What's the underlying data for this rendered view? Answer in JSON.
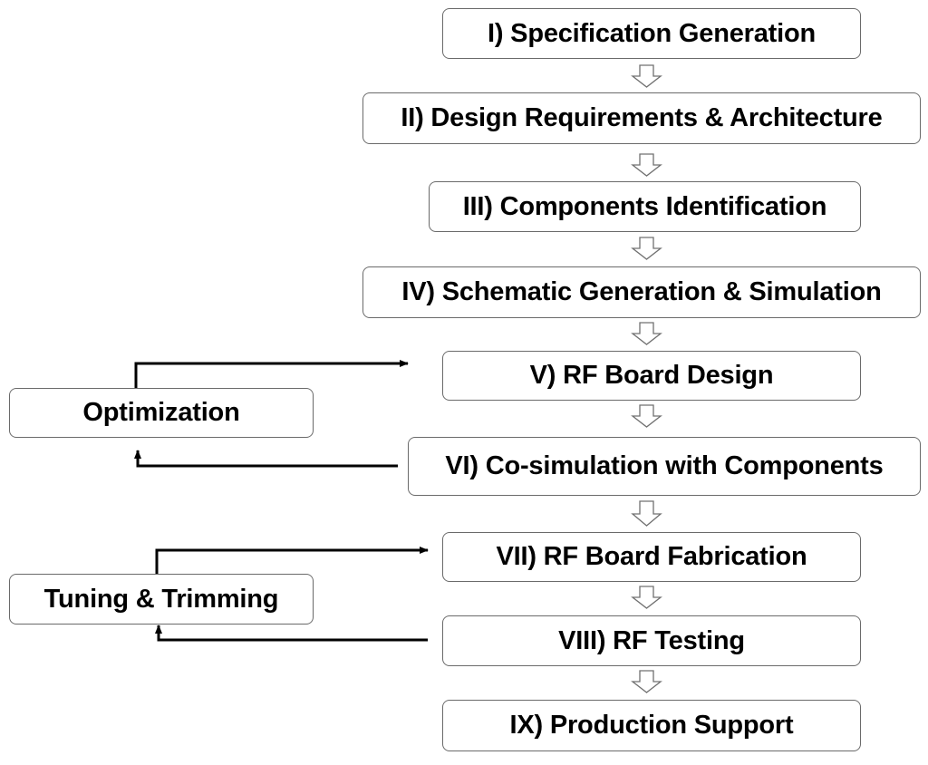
{
  "steps": [
    {
      "label": "I) Specification Generation"
    },
    {
      "label": "II) Design Requirements & Architecture"
    },
    {
      "label": "III) Components Identification"
    },
    {
      "label": "IV) Schematic Generation & Simulation"
    },
    {
      "label": "V) RF Board Design"
    },
    {
      "label": "VI) Co-simulation with Components"
    },
    {
      "label": "VII) RF Board Fabrication"
    },
    {
      "label": "VIII) RF Testing"
    },
    {
      "label": "IX) Production Support"
    }
  ],
  "loops": {
    "optimization": {
      "label": "Optimization"
    },
    "tuning": {
      "label": "Tuning & Trimming"
    }
  },
  "colors": {
    "box_border": "#6a6a6a",
    "arrow_outline": "#707070",
    "loop_line": "#000000"
  }
}
